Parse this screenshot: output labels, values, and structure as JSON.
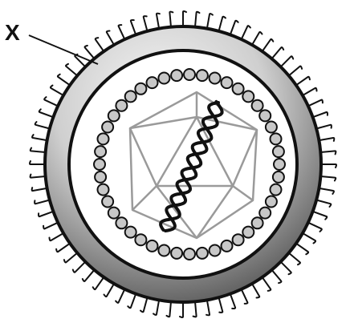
{
  "diagram": {
    "pointer_label": "X",
    "parts": {
      "outer_spikes": "spike-icon",
      "envelope": "envelope-ring",
      "inner_membrane": "membrane-ring",
      "bead_ring": "bead-ring",
      "capsid": "icosahedral-capsid",
      "genome": "helical-genome"
    }
  },
  "colors": {
    "stroke": "#111111",
    "capsid": "#9a9a9a",
    "bead_fill": "#c8c8c8",
    "envelope_light": "#f2f2f2",
    "envelope_dark": "#4a4a4a"
  }
}
